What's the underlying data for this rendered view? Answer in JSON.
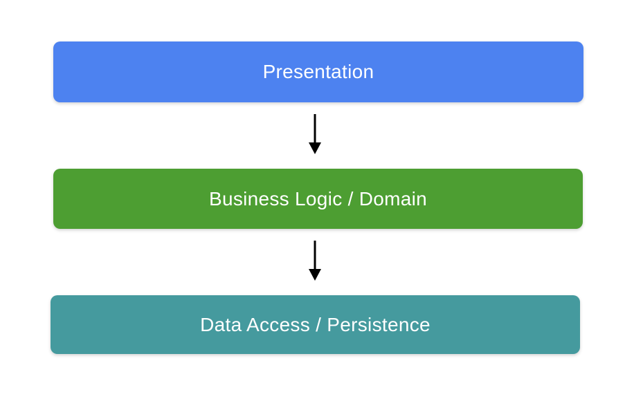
{
  "diagram": {
    "name": "layered-architecture",
    "background": "#ffffff",
    "arrow_color": "#000000",
    "layers": [
      {
        "label": "Presentation",
        "color": "#4d82f0",
        "text_color": "#ffffff"
      },
      {
        "label": "Business Logic / Domain",
        "color": "#4d9e32",
        "text_color": "#ffffff"
      },
      {
        "label": "Data Access / Persistence",
        "color": "#459a9e",
        "text_color": "#ffffff"
      }
    ],
    "arrows": [
      {
        "from": "Presentation",
        "to": "Business Logic / Domain",
        "direction": "down"
      },
      {
        "from": "Business Logic / Domain",
        "to": "Data Access / Persistence",
        "direction": "down"
      }
    ]
  }
}
